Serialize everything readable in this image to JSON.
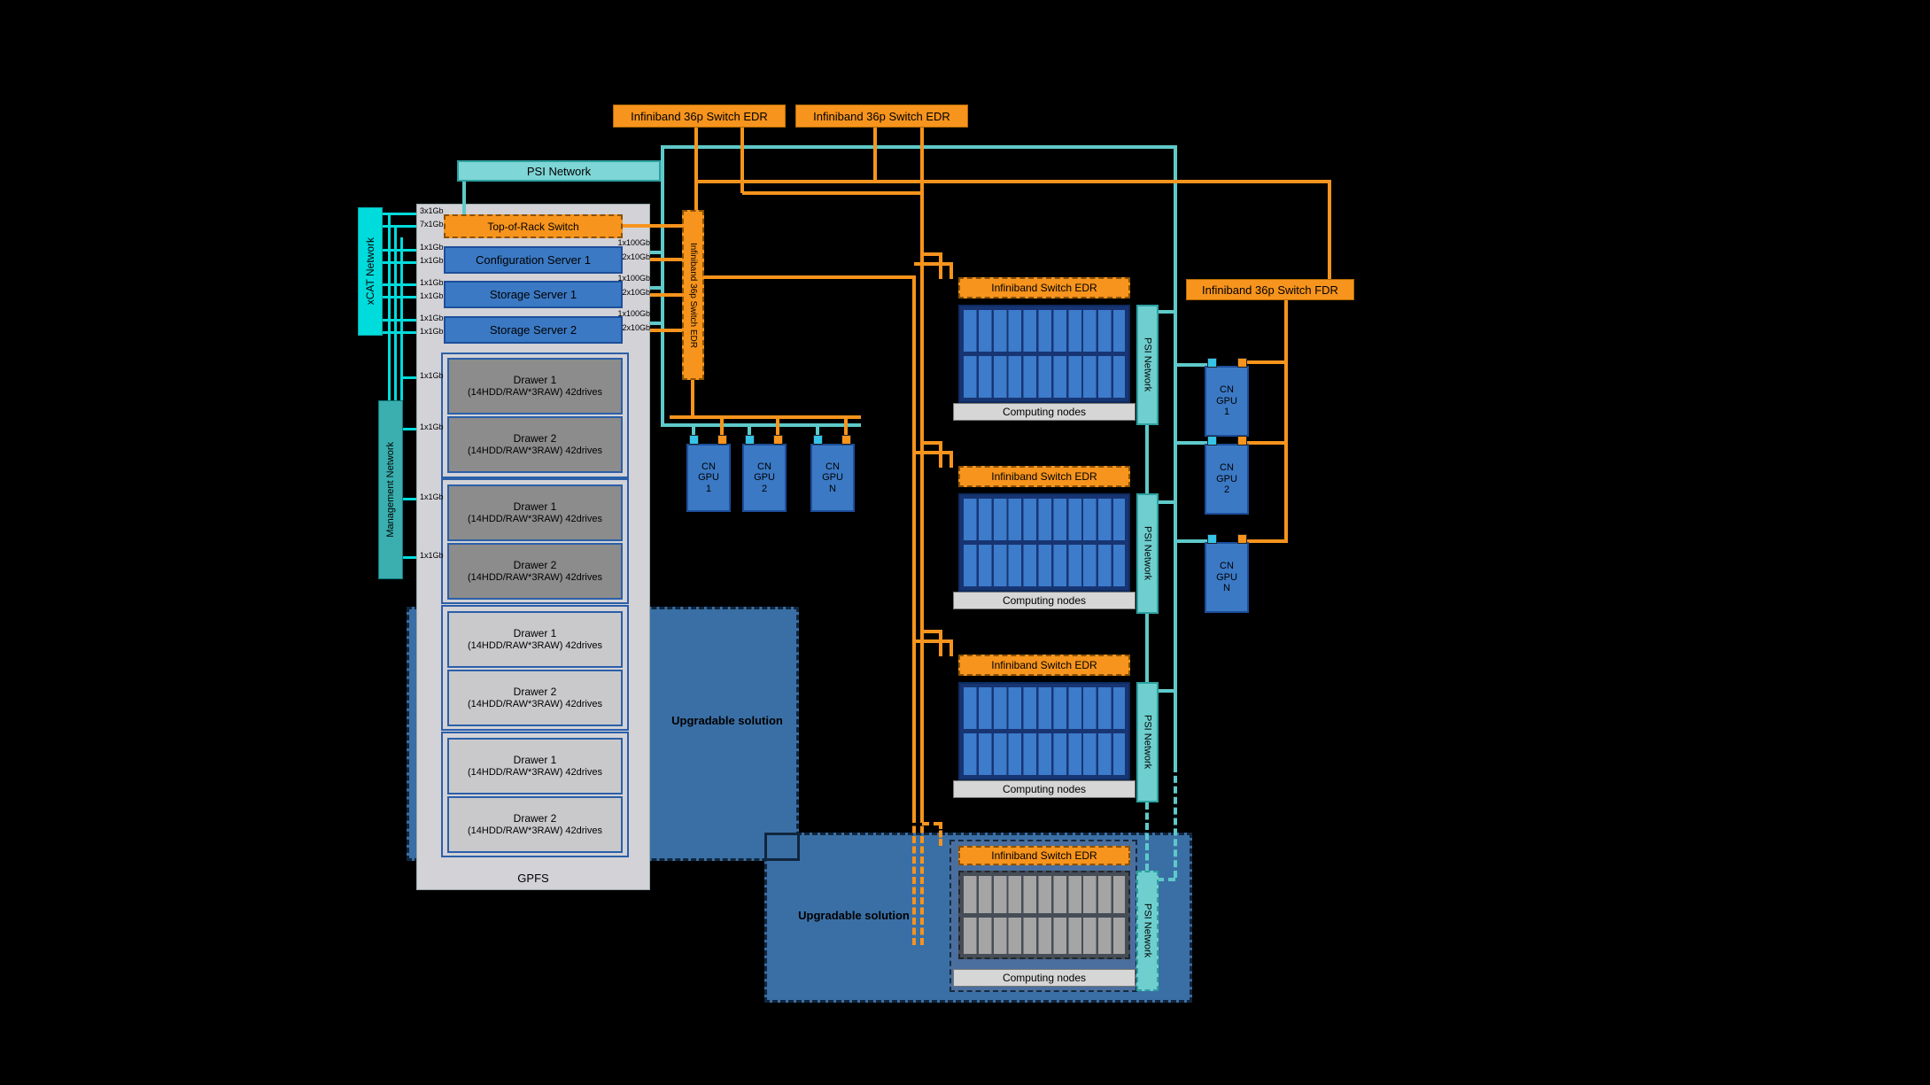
{
  "top_switches": {
    "a": "Infiniband 36p Switch EDR",
    "b": "Infiniband 36p Switch EDR"
  },
  "psi_network_bar": "PSI Network",
  "networks": {
    "xcat": "xCAT Network",
    "management": "Management Network"
  },
  "vertical_switch": "Infiniband 36p Switch EDR",
  "fdr_switch": "Infiniband 36p Switch FDR",
  "rack": {
    "top_of_rack_switch": "Top-of-Rack Switch",
    "servers": [
      {
        "label": "Configuration Server 1"
      },
      {
        "label": "Storage Server 1"
      },
      {
        "label": "Storage Server 2"
      }
    ],
    "drawers": [
      {
        "title": "Drawer 1",
        "subtitle": "(14HDD/RAW*3RAW) 42drives"
      },
      {
        "title": "Drawer 2",
        "subtitle": "(14HDD/RAW*3RAW) 42drives"
      },
      {
        "title": "Drawer 1",
        "subtitle": "(14HDD/RAW*3RAW) 42drives"
      },
      {
        "title": "Drawer 2",
        "subtitle": "(14HDD/RAW*3RAW) 42drives"
      },
      {
        "title": "Drawer 1",
        "subtitle": "(14HDD/RAW*3RAW) 42drives"
      },
      {
        "title": "Drawer 2",
        "subtitle": "(14HDD/RAW*3RAW) 42drives"
      },
      {
        "title": "Drawer 1",
        "subtitle": "(14HDD/RAW*3RAW) 42drives"
      },
      {
        "title": "Drawer 2",
        "subtitle": "(14HDD/RAW*3RAW) 42drives"
      }
    ],
    "gpfs_label": "GPFS",
    "left_ports": [
      "3x1Gb",
      "7x1Gb",
      "1x1Gb",
      "1x1Gb",
      "1x1Gb",
      "1x1Gb",
      "1x1Gb",
      "1x1Gb",
      "1x1Gb",
      "1x1Gb",
      "1x1Gb",
      "1x1Gb"
    ],
    "right_ports": [
      "1x100Gb",
      "2x10Gb",
      "1x100Gb",
      "2x10Gb",
      "1x100Gb",
      "2x10Gb"
    ]
  },
  "gpu_nodes_left": [
    [
      "CN",
      "GPU",
      "1"
    ],
    [
      "CN",
      "GPU",
      "2"
    ],
    [
      "CN",
      "GPU",
      "N"
    ]
  ],
  "gpu_nodes_right": [
    [
      "CN",
      "GPU",
      "1"
    ],
    [
      "CN",
      "GPU",
      "2"
    ],
    [
      "CN",
      "GPU",
      "N"
    ]
  ],
  "clusters": [
    {
      "switch_label": "Infiniband Switch EDR",
      "caption": "Computing nodes",
      "psi_label": "PSI Network"
    },
    {
      "switch_label": "Infiniband Switch EDR",
      "caption": "Computing nodes",
      "psi_label": "PSI Network"
    },
    {
      "switch_label": "Infiniband Switch EDR",
      "caption": "Computing nodes",
      "psi_label": "PSI Network"
    },
    {
      "switch_label": "Infiniband Switch EDR",
      "caption": "Computing nodes",
      "psi_label": "PSI Network"
    }
  ],
  "upgradable_solutions": {
    "storage": "Upgradable solution",
    "compute": "Upgradable solution"
  },
  "colors": {
    "orange": "#F7941D",
    "teal": "#5FC9C9",
    "cyan": "#00DCDC",
    "blue": "#3B79C4",
    "steel_blue": "#3A6FA5",
    "panel_gray": "#D2D2D7"
  }
}
